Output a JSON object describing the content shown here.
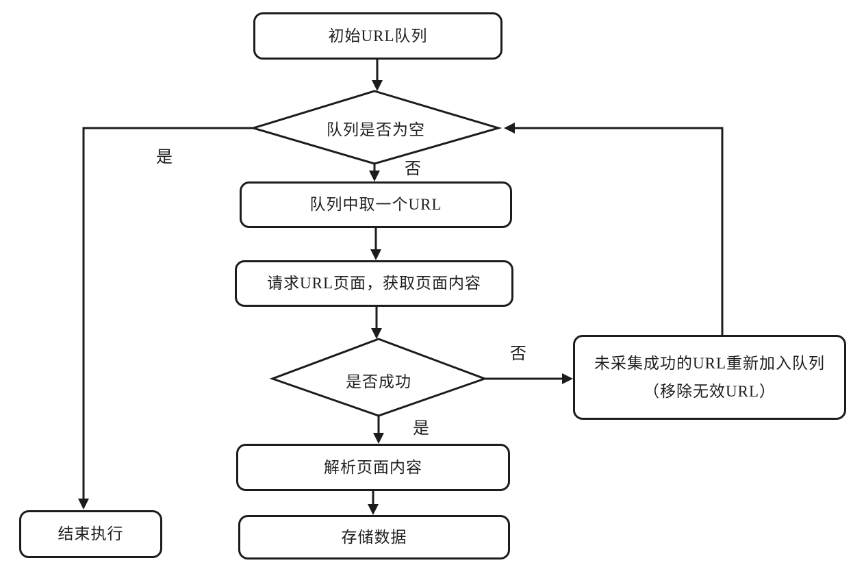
{
  "diagram": {
    "type": "flowchart",
    "language": "zh-CN",
    "colors": {
      "background": "#ffffff",
      "stroke": "#1c1c1c",
      "text": "#1f1f1f"
    },
    "nodes": {
      "initial_queue": {
        "label": "初始URL队列",
        "shape": "rounded-rect"
      },
      "queue_empty": {
        "label": "队列是否为空",
        "shape": "diamond"
      },
      "take_url": {
        "label": "队列中取一个URL",
        "shape": "rounded-rect"
      },
      "request_page": {
        "label": "请求URL页面，获取页面内容",
        "shape": "rounded-rect"
      },
      "is_success": {
        "label": "是否成功",
        "shape": "diamond"
      },
      "requeue": {
        "label": "未采集成功的URL重新加入队列（移除无效URL）",
        "shape": "rounded-rect"
      },
      "parse_page": {
        "label": "解析页面内容",
        "shape": "rounded-rect"
      },
      "store_data": {
        "label": "存储数据",
        "shape": "rounded-rect"
      },
      "end_execution": {
        "label": "结束执行",
        "shape": "rounded-rect"
      }
    },
    "edge_labels": {
      "queue_empty_yes": "是",
      "queue_empty_no": "否",
      "is_success_no": "否",
      "is_success_yes": "是"
    },
    "edges": [
      {
        "from": "initial_queue",
        "to": "queue_empty",
        "label": ""
      },
      {
        "from": "queue_empty",
        "to": "end_execution",
        "label": "是"
      },
      {
        "from": "queue_empty",
        "to": "take_url",
        "label": "否"
      },
      {
        "from": "take_url",
        "to": "request_page",
        "label": ""
      },
      {
        "from": "request_page",
        "to": "is_success",
        "label": ""
      },
      {
        "from": "is_success",
        "to": "requeue",
        "label": "否"
      },
      {
        "from": "is_success",
        "to": "parse_page",
        "label": "是"
      },
      {
        "from": "requeue",
        "to": "queue_empty",
        "label": ""
      },
      {
        "from": "parse_page",
        "to": "store_data",
        "label": ""
      }
    ]
  }
}
